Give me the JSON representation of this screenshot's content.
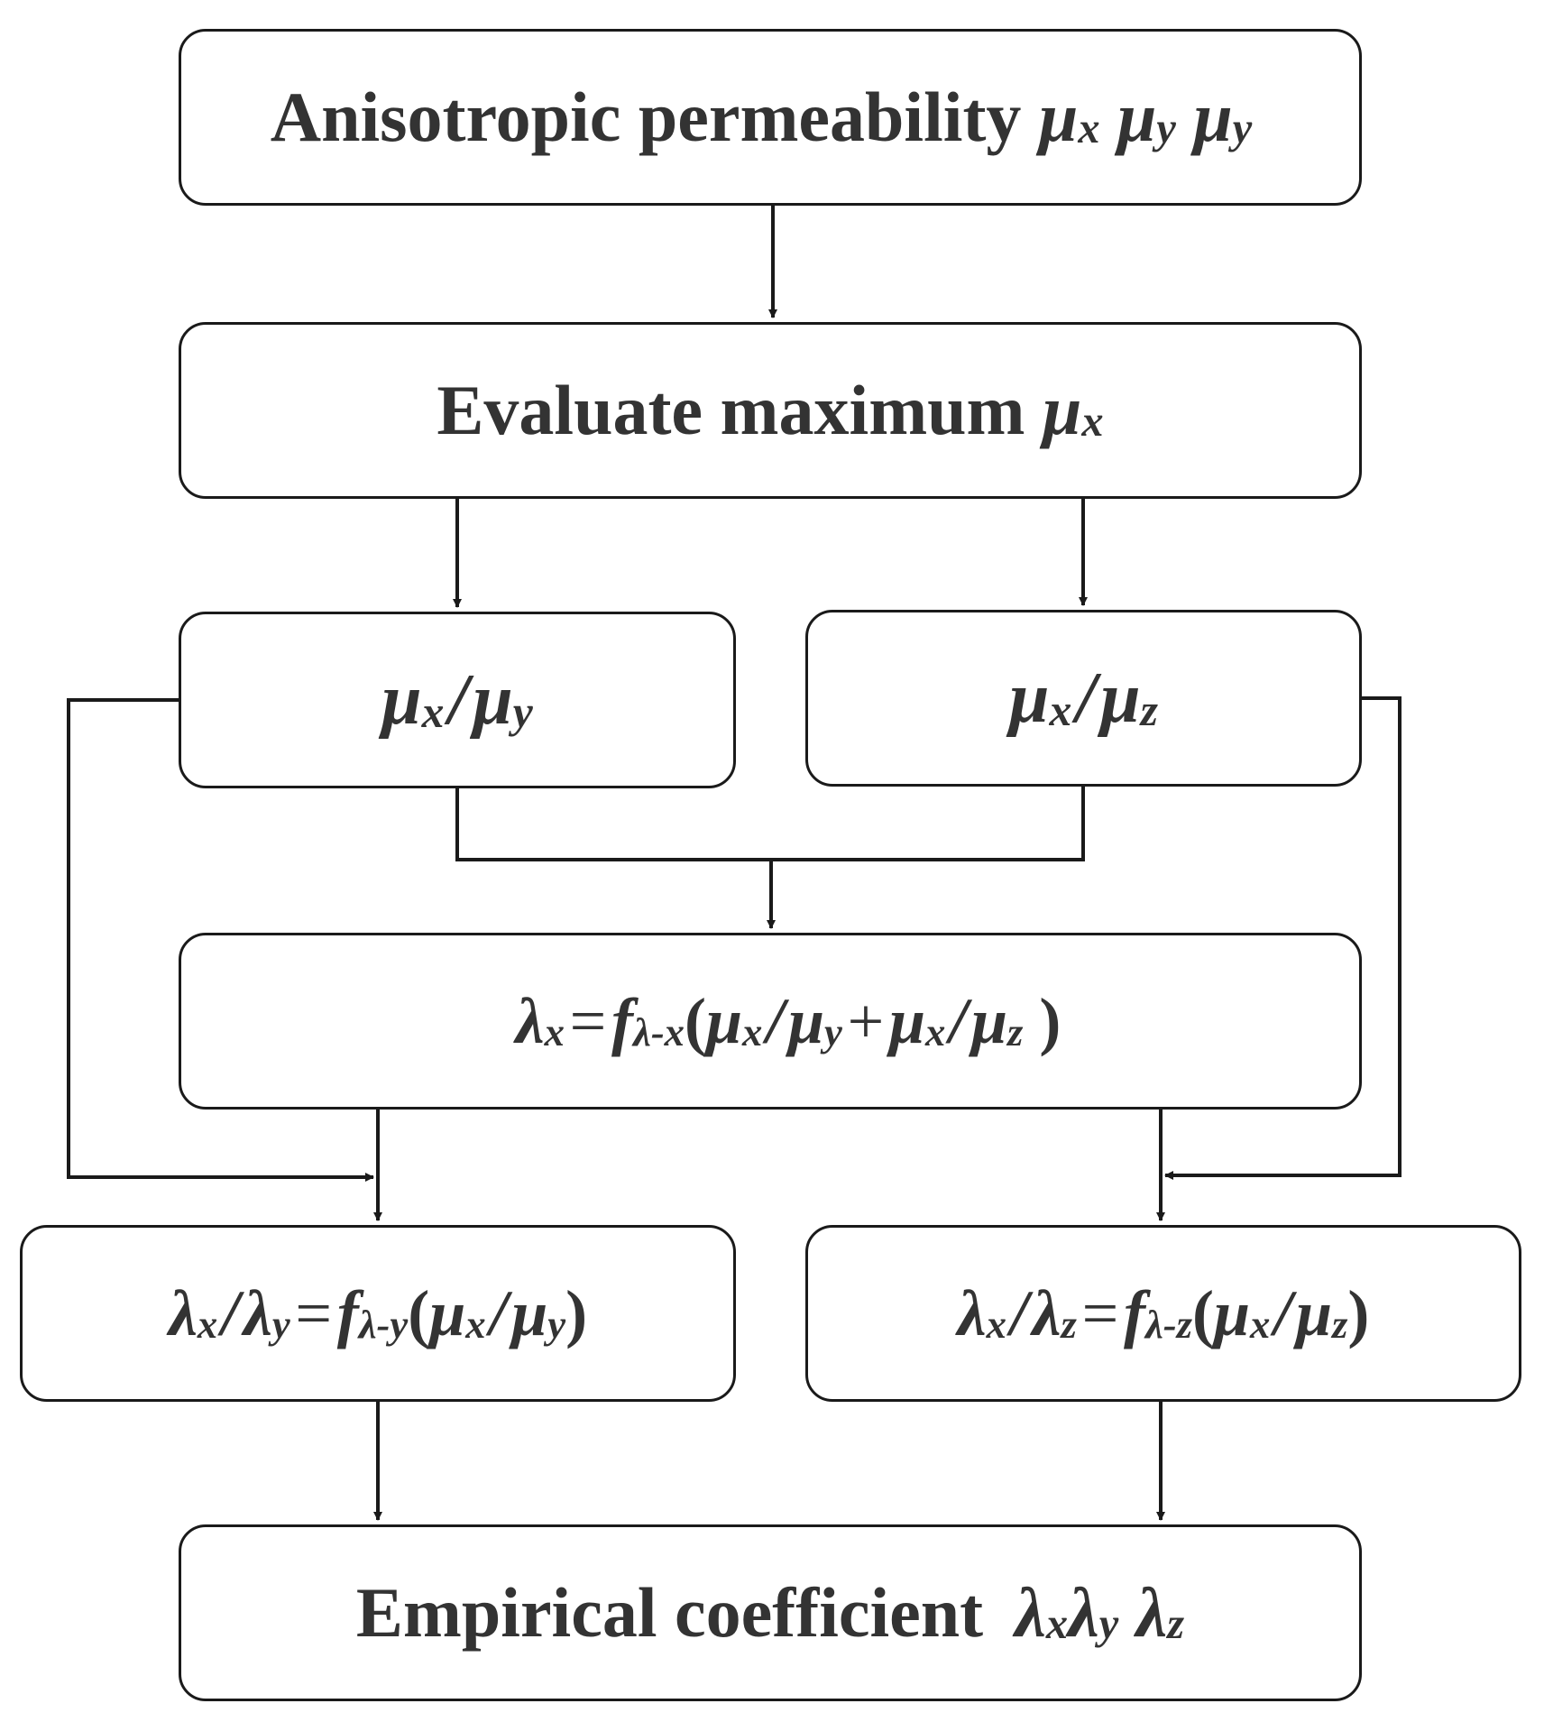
{
  "boxes": {
    "anisotropic": {
      "label": "Anisotropic permeability",
      "sym": [
        "μ",
        "μ",
        "μ"
      ],
      "sub": [
        "x",
        "y",
        "y"
      ]
    },
    "evaluate": {
      "label": "Evaluate maximum",
      "sym": "μ",
      "sub": "x"
    },
    "ratio_xy": {
      "num": "μ",
      "num_sub": "x",
      "slash": "/",
      "den": "μ",
      "den_sub": "y"
    },
    "ratio_xz": {
      "num": "μ",
      "num_sub": "x",
      "slash": "/",
      "den": "μ",
      "den_sub": "z"
    },
    "lambda_x": {
      "lhs": "λ",
      "lhs_sub": "x",
      "eq": "=",
      "f": "f",
      "f_sub": "λ-x",
      "open": "(",
      "t1": "μ",
      "t1_sub": "x",
      "s1": "/",
      "t2": "μ",
      "t2_sub": "y",
      "plus": "+",
      "t3": "μ",
      "t3_sub": "x",
      "s2": "/",
      "t4": "μ",
      "t4_sub": "z",
      "close": ")"
    },
    "lambda_xy": {
      "a": "λ",
      "a_sub": "x",
      "s1": "/",
      "b": "λ",
      "b_sub": "y",
      "eq": "=",
      "f": "f",
      "f_sub": "λ-y",
      "open": "(",
      "c": "μ",
      "c_sub": "x",
      "s2": "/",
      "d": "μ",
      "d_sub": "y",
      "close": ")"
    },
    "lambda_xz": {
      "a": "λ",
      "a_sub": "x",
      "s1": "/",
      "b": "λ",
      "b_sub": "z",
      "eq": "=",
      "f": "f",
      "f_sub": "λ-z",
      "open": "(",
      "c": "μ",
      "c_sub": "x",
      "s2": "/",
      "d": "μ",
      "d_sub": "z",
      "close": ")"
    },
    "empirical": {
      "label": "Empirical coefficient",
      "sym": [
        "λ",
        "λ",
        "λ"
      ],
      "sub": [
        "x",
        "y",
        "z"
      ]
    }
  },
  "colors": {
    "box_border": "#1a1a1a",
    "text": "#333333",
    "line": "#1a1a1a",
    "background": "#ffffff"
  }
}
